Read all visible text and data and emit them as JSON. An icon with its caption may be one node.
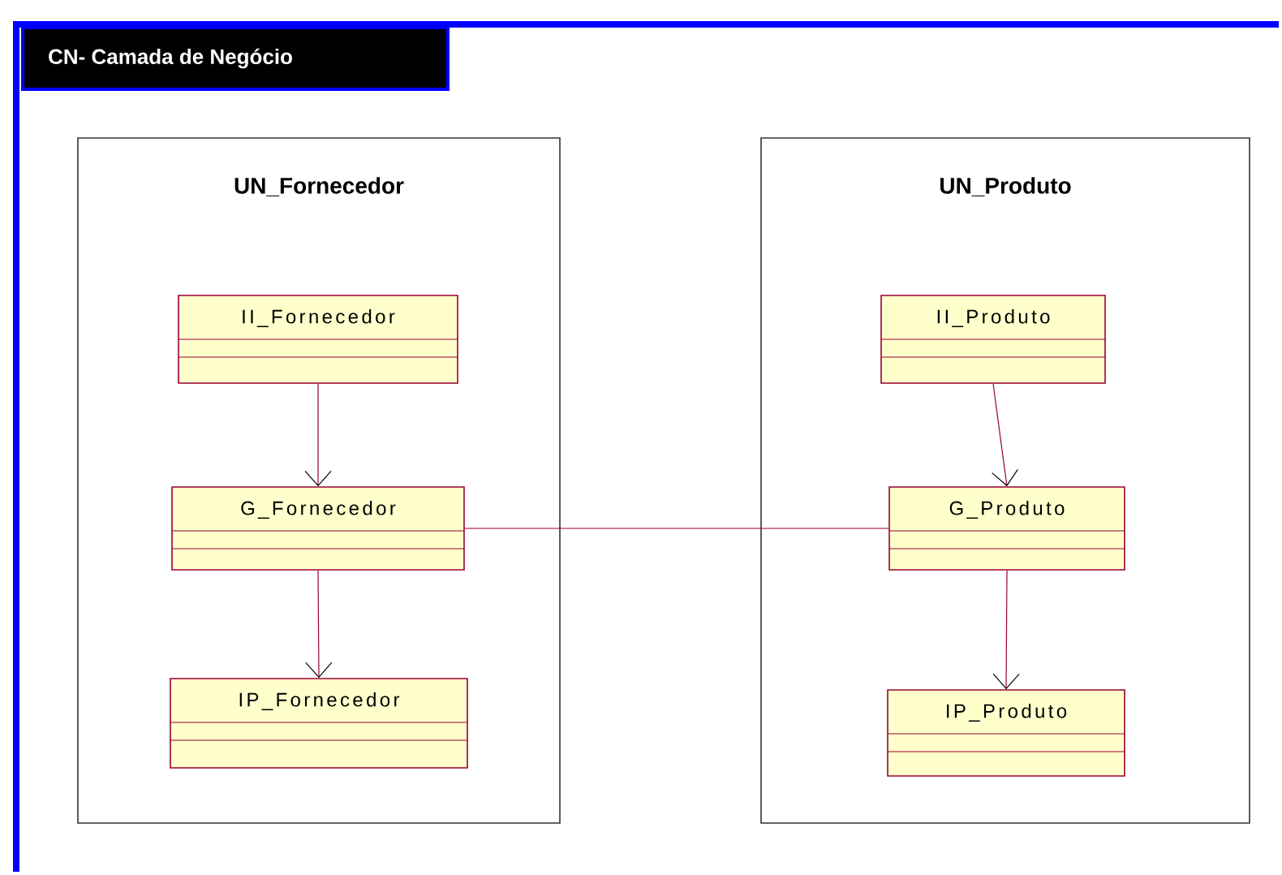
{
  "diagram": {
    "nodes": [
      {
        "text": [
          "CN- Camada de Negócio"
        ]
      },
      {
        "text": [
          "UN_Fornecedor"
        ],
        "in": 0
      },
      {
        "text": [
          "II_Fornecedor"
        ],
        "in": 1
      },
      {
        "text": [
          "G_Fornecedor"
        ],
        "in": 1
      },
      {
        "text": [
          "IP_Fornecedor"
        ],
        "in": 1
      },
      {
        "text": [
          "UN_Produto"
        ],
        "in": 0
      },
      {
        "text": [
          "II_Produto"
        ],
        "in": 5
      },
      {
        "text": [
          "G_Produto"
        ],
        "in": 5
      },
      {
        "text": [
          "IP_Produto"
        ],
        "in": 5
      }
    ],
    "edges": [
      {
        "from": 2,
        "to": 3,
        "arrow": "to"
      },
      {
        "from": 3,
        "to": 4,
        "arrow": "to"
      },
      {
        "from": 6,
        "to": 7,
        "arrow": "to"
      },
      {
        "from": 7,
        "to": 8,
        "arrow": "to"
      },
      {
        "from": 3,
        "to": 7,
        "arrow": "none"
      }
    ]
  }
}
